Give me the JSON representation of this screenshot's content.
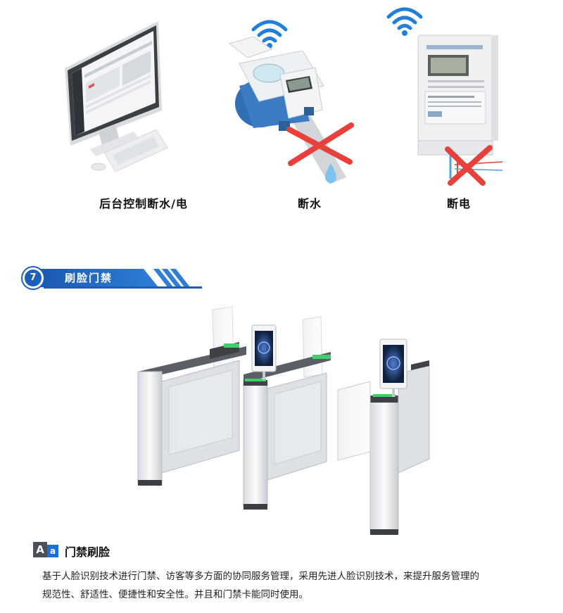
{
  "top_section": {
    "labels": [
      "后台控制断水/电",
      "断水",
      "断电"
    ]
  },
  "section_header": {
    "number": "7",
    "title": "刷脸门禁"
  },
  "feature": {
    "icon_big": "A",
    "icon_small": "a",
    "title": "门禁刷脸",
    "description_line1": "基于人脸识别技术进行门禁、访客等多方面的协同服务管理，采用先进人脸识别技术，来提升服务管理的",
    "description_line2": "规范性、舒适性、便捷性和安全性。并且和门禁卡能同时使用。"
  },
  "colors": {
    "brand_blue": "#1c5fb8",
    "cross_red": "#e8403a",
    "wifi_blue": "#1f7fd9"
  }
}
